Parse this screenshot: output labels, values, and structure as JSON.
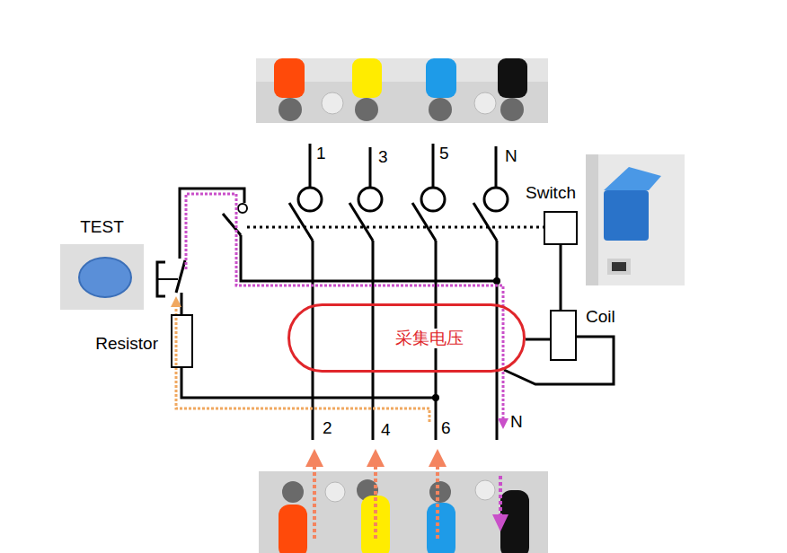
{
  "diagram": {
    "nodes": [
      {
        "text": [
          "Switch"
        ]
      },
      {
        "text": [
          "TEST"
        ]
      },
      {
        "text": [
          "Coil"
        ]
      },
      {
        "text": [
          "Resistor"
        ]
      },
      {
        "text": [
          "采集电压"
        ]
      }
    ],
    "edges": [
      {
        "from": 0,
        "to": 2,
        "arrow": "none"
      },
      {
        "from": 4,
        "to": 2,
        "arrow": "none"
      },
      {
        "from": 2,
        "to": 4,
        "arrow": "none"
      }
    ],
    "labels": [
      "1",
      "3",
      "5",
      "N",
      "2",
      "4",
      "6",
      "N"
    ]
  }
}
